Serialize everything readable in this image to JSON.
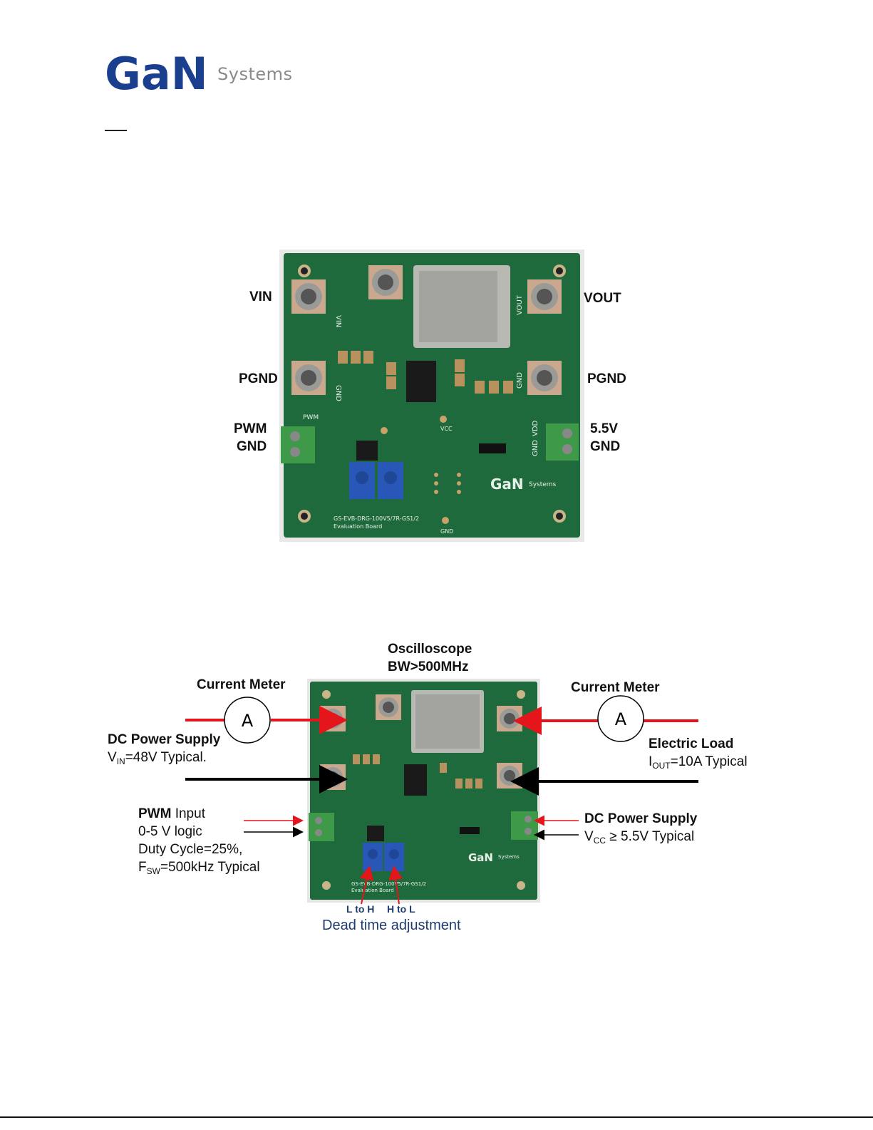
{
  "logo": {
    "wordmark": "GaN",
    "text": "Systems"
  },
  "figure1": {
    "labels": {
      "vin": "VIN",
      "vout": "VOUT",
      "pgnd_left": "PGND",
      "pgnd_right": "PGND",
      "pwm": "PWM",
      "gnd_left": "GND",
      "v55": "5.5V",
      "gnd_right": "GND"
    },
    "silk": {
      "board_name": "GS-EVB-DRG-100V5/7R-GS1/2",
      "board_sub": "Evaluation Board",
      "brand": "GaN",
      "brand_sub": "Systems",
      "vin": "VIN",
      "vout": "VOUT",
      "gnd": "GND",
      "vdd": "VDD",
      "vcc": "VCC",
      "pwm": "PWM"
    }
  },
  "figure2": {
    "oscilloscope": {
      "line1": "Oscilloscope",
      "line2": "BW>500MHz"
    },
    "meter_left": {
      "title": "Current Meter",
      "symbol": "A"
    },
    "meter_right": {
      "title": "Current Meter",
      "symbol": "A"
    },
    "dc_supply_in": {
      "title": "DC Power Supply",
      "v": "V",
      "v_sub": "IN",
      "value": "=48V Typical."
    },
    "electric_load": {
      "title": "Electric Load",
      "i": "I",
      "i_sub": "OUT",
      "value": "=10A Typical"
    },
    "pwm_input": {
      "title_bold": "PWM",
      "title_rest": " Input",
      "line2": "0-5 V logic",
      "line3": "Duty Cycle=25%,",
      "f": "F",
      "f_sub": "SW",
      "line4_rest": "=500kHz Typical"
    },
    "dc_supply_vcc": {
      "title": "DC Power Supply",
      "v": "V",
      "v_sub": "CC",
      "value": " ≥ 5.5V Typical"
    },
    "dead_time": {
      "l_to_h": "L to H",
      "h_to_l": "H to L",
      "caption": "Dead time adjustment"
    }
  }
}
